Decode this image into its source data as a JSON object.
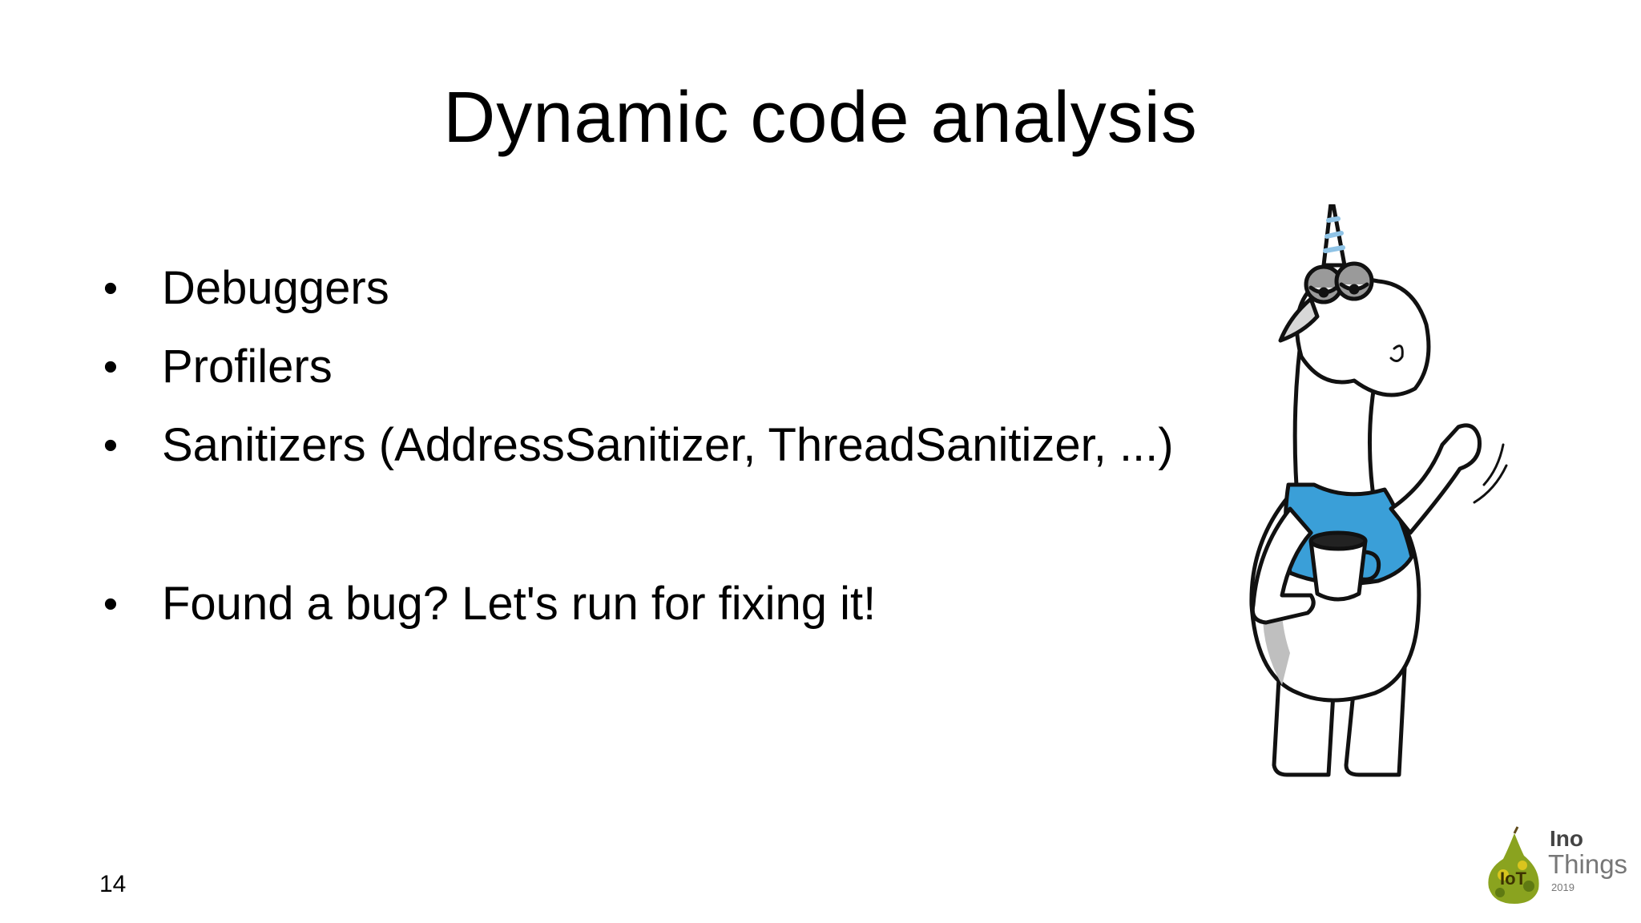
{
  "slide": {
    "title": "Dynamic code analysis",
    "bullets": [
      {
        "marker": "•",
        "text": "Debuggers"
      },
      {
        "marker": "•",
        "text": "Profilers"
      },
      {
        "marker": "•",
        "text": "Sanitizers (AddressSanitizer, ThreadSanitizer, ...)"
      },
      {
        "marker": "•",
        "text": "Found a bug? Let's run for fixing it!"
      }
    ],
    "page_number": "14"
  },
  "logo": {
    "brand_top": "Ino",
    "brand_bottom": "Things",
    "year": "2019",
    "badge": "IoT",
    "icon": "pear-logo-icon"
  },
  "illustration": {
    "icon": "unicorn-mascot-icon"
  },
  "colors": {
    "background": "#ffffff",
    "text": "#000000",
    "shirt_blue": "#3a9fd8",
    "horn_stripe": "#8fc3e6",
    "logo_green": "#8aa31f",
    "logo_yellow": "#d9c51e"
  }
}
